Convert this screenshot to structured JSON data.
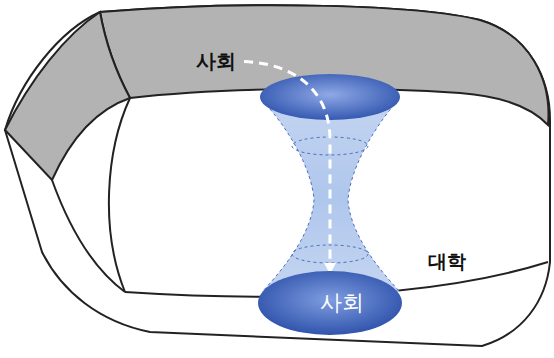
{
  "diagram": {
    "nodes": [
      {
        "text": [
          "사회"
        ]
      },
      {
        "text": [
          "사회"
        ]
      }
    ],
    "edges": [
      {
        "from": 0,
        "to": 1,
        "arrow": "to"
      }
    ],
    "labels": [
      "대학"
    ]
  }
}
